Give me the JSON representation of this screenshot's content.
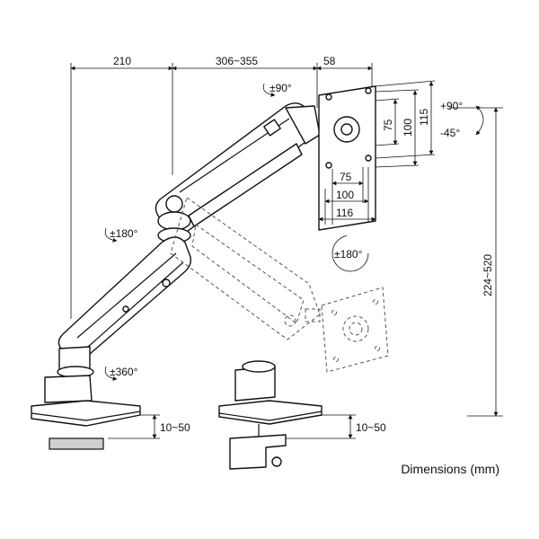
{
  "dimensions": {
    "base_to_pole": "210",
    "arm_reach": "306~355",
    "vesa_offset": "58",
    "vesa_width_max": "116",
    "vesa_width_100": "100",
    "vesa_width_75": "75",
    "vesa_height_115": "115",
    "vesa_height_100": "100",
    "vesa_height_75": "75",
    "height_range": "224~520",
    "clamp_thickness_1": "10~50",
    "clamp_thickness_2": "10~50"
  },
  "rotations": {
    "head_swivel": "±90°",
    "elbow_swivel": "±180°",
    "base_swivel": "±360°",
    "screen_rotate": "±180°",
    "tilt_up": "+90°",
    "tilt_down": "-45°"
  },
  "caption": "Dimensions (mm)"
}
